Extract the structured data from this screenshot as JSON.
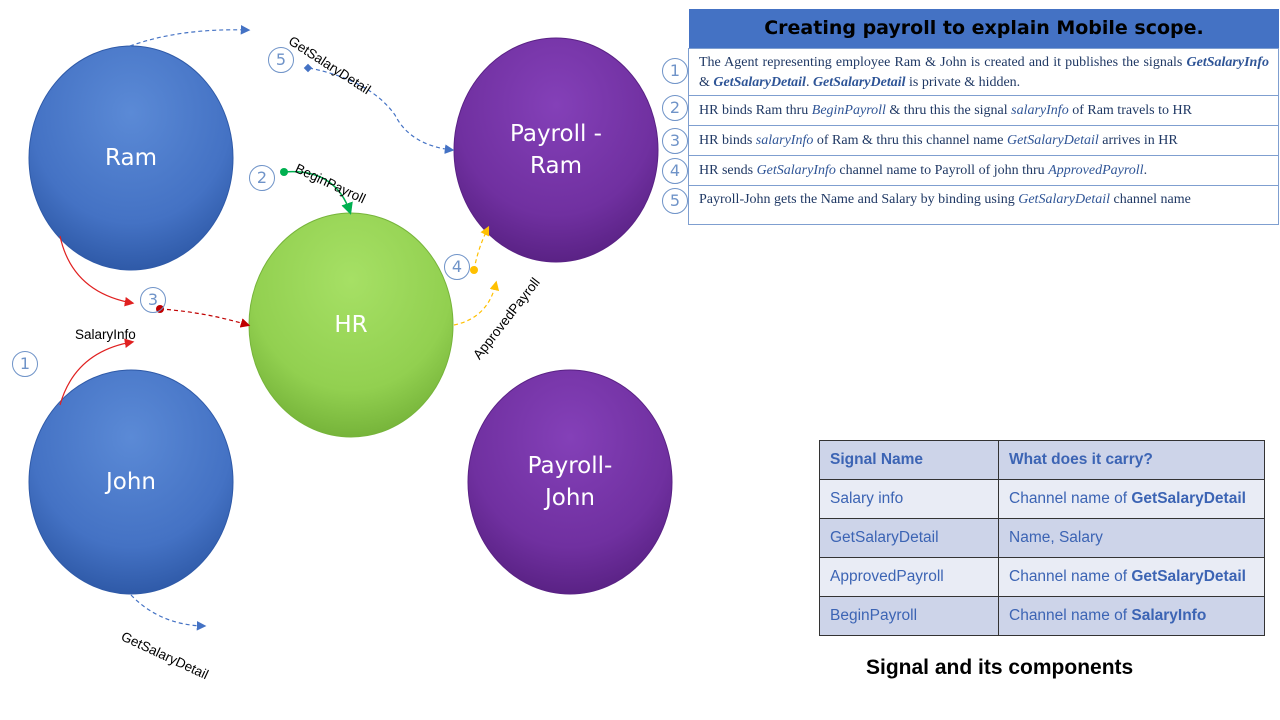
{
  "diagram": {
    "nodes": {
      "ram": "Ram",
      "john": "John",
      "hr": "HR",
      "payroll_ram": [
        "Payroll -",
        "Ram"
      ],
      "payroll_john": [
        "Payroll-",
        "John"
      ]
    },
    "edge_labels": {
      "get_salary_detail_top": "GetSalaryDetail",
      "begin_payroll": "BeginPayroll",
      "salary_info": "SalaryInfo",
      "approved_payroll": "ApprovedPayroll",
      "get_salary_detail_bottom": "GetSalaryDetail"
    },
    "step_markers": {
      "m5": "5",
      "m2": "2",
      "m3": "3",
      "m1": "1",
      "m4": "4"
    },
    "colors": {
      "blue_node": "#4472c4",
      "green_node": "#92d050",
      "purple_node": "#7030a0",
      "blue_arrow": "#4472c4",
      "green_arrow": "#00b050",
      "red_arrow": "#e02020",
      "darkred_arrow": "#c00000",
      "yellow_arrow": "#ffc000"
    }
  },
  "steps": {
    "title": "Creating payroll to explain Mobile scope.",
    "items": [
      {
        "num": "1",
        "parts": [
          "The Agent representing  employee  Ram & John is created and it publishes  the signals ",
          "GetSalaryInfo",
          " & ",
          "GetSalaryDetail",
          ". ",
          "GetSalaryDetail",
          " is private  & hidden."
        ]
      },
      {
        "num": "2",
        "parts": [
          "HR binds  Ram thru ",
          "BeginPayroll",
          " & thru this  the signal  ",
          "salaryInfo",
          " of Ram travels  to HR"
        ]
      },
      {
        "num": "3",
        "parts": [
          "HR binds ",
          "salaryInfo",
          " of Ram & thru this  channel  name ",
          "GetSalaryDetail",
          " arrives  in HR"
        ]
      },
      {
        "num": "4",
        "parts": [
          "HR sends ",
          "GetSalaryInfo",
          " channel  name  to Payroll  of john thru ",
          "ApprovedPayroll",
          "."
        ]
      },
      {
        "num": "5",
        "parts": [
          "Payroll-John   gets the Name and Salary by binding  using  ",
          "GetSalaryDetail",
          " channel name"
        ]
      }
    ]
  },
  "signal_table": {
    "headers": [
      "Signal Name",
      "What does it carry?"
    ],
    "rows": [
      [
        "Salary info",
        "Channel name of ",
        "GetSalaryDetail"
      ],
      [
        "GetSalaryDetail",
        "Name, Salary",
        ""
      ],
      [
        "ApprovedPayroll",
        "Channel name of ",
        "GetSalaryDetail"
      ],
      [
        "BeginPayroll",
        "Channel name of  ",
        "SalaryInfo"
      ]
    ],
    "caption": "Signal and its components"
  }
}
